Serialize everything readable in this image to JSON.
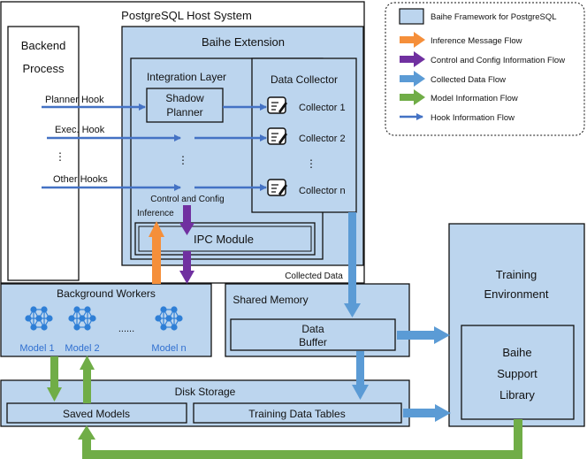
{
  "host": {
    "title": "PostgreSQL Host System"
  },
  "backend": {
    "line1": "Backend",
    "line2": "Process"
  },
  "hooks": {
    "planner": "Planner Hook",
    "exec": "Exec. Hook",
    "dots": "⋮",
    "other": "Other Hooks"
  },
  "extension": {
    "title": "Baihe Extension"
  },
  "integration": {
    "title": "Integration Layer",
    "shadow1": "Shadow",
    "shadow2": "Planner",
    "dots": "⋮",
    "control": "Control and Config",
    "inference": "Inference"
  },
  "collector": {
    "title": "Data Collector",
    "c1": "Collector 1",
    "c2": "Collector 2",
    "dots": "⋮",
    "cn": "Collector n"
  },
  "ipc": {
    "label": "IPC Module"
  },
  "collected": {
    "label": "Collected Data"
  },
  "workers": {
    "title": "Background  Workers",
    "m1": "Model 1",
    "m2": "Model 2",
    "dots": "......",
    "mn": "Model n"
  },
  "shared": {
    "title": "Shared Memory",
    "buffer1": "Data",
    "buffer2": "Buffer"
  },
  "disk": {
    "title": "Disk Storage",
    "saved": "Saved Models",
    "tables": "Training Data Tables"
  },
  "training": {
    "line1": "Training",
    "line2": "Environment",
    "lib1": "Baihe",
    "lib2": "Support",
    "lib3": "Library"
  },
  "legend": {
    "framework": "Baihe Framework for PostgreSQL",
    "inference": "Inference Message Flow",
    "control": "Control and Config Information Flow",
    "collected": "Collected Data Flow",
    "model": "Model Information Flow",
    "hook": "Hook Information Flow"
  },
  "colors": {
    "box_fill": "#bcd5ee",
    "orange": "#f58f3a",
    "purple": "#7030a0",
    "lightblue": "#5b9bd5",
    "green": "#70ad47",
    "darkblue": "#4472c4",
    "network": "#2f7fd6"
  }
}
